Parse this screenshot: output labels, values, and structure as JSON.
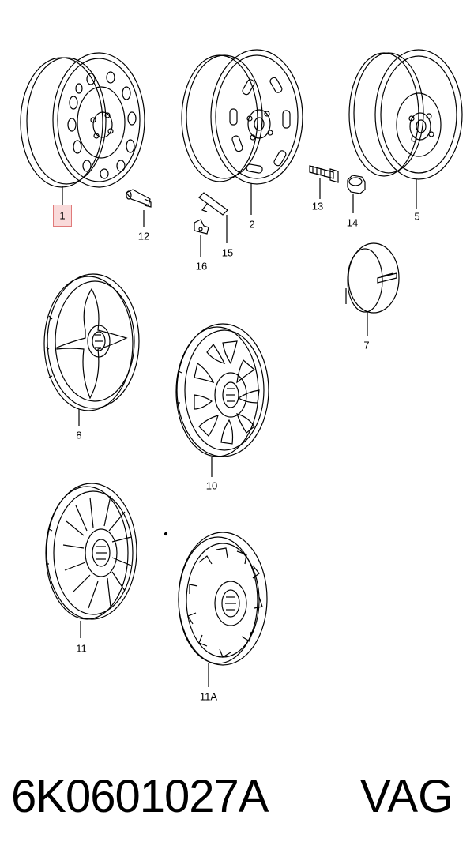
{
  "diagram": {
    "callouts": [
      {
        "id": "1",
        "label": "1"
      },
      {
        "id": "2",
        "label": "2"
      },
      {
        "id": "5",
        "label": "5"
      },
      {
        "id": "7",
        "label": "7"
      },
      {
        "id": "8",
        "label": "8"
      },
      {
        "id": "10",
        "label": "10"
      },
      {
        "id": "11",
        "label": "11"
      },
      {
        "id": "11A",
        "label": "11A"
      },
      {
        "id": "12",
        "label": "12"
      },
      {
        "id": "13",
        "label": "13"
      },
      {
        "id": "14",
        "label": "14"
      },
      {
        "id": "15",
        "label": "15"
      },
      {
        "id": "16",
        "label": "16"
      }
    ],
    "highlighted_callout": "1",
    "highlight_color": "#f9dada"
  },
  "footer": {
    "part_number": "6K0601027A",
    "brand": "VAG"
  }
}
